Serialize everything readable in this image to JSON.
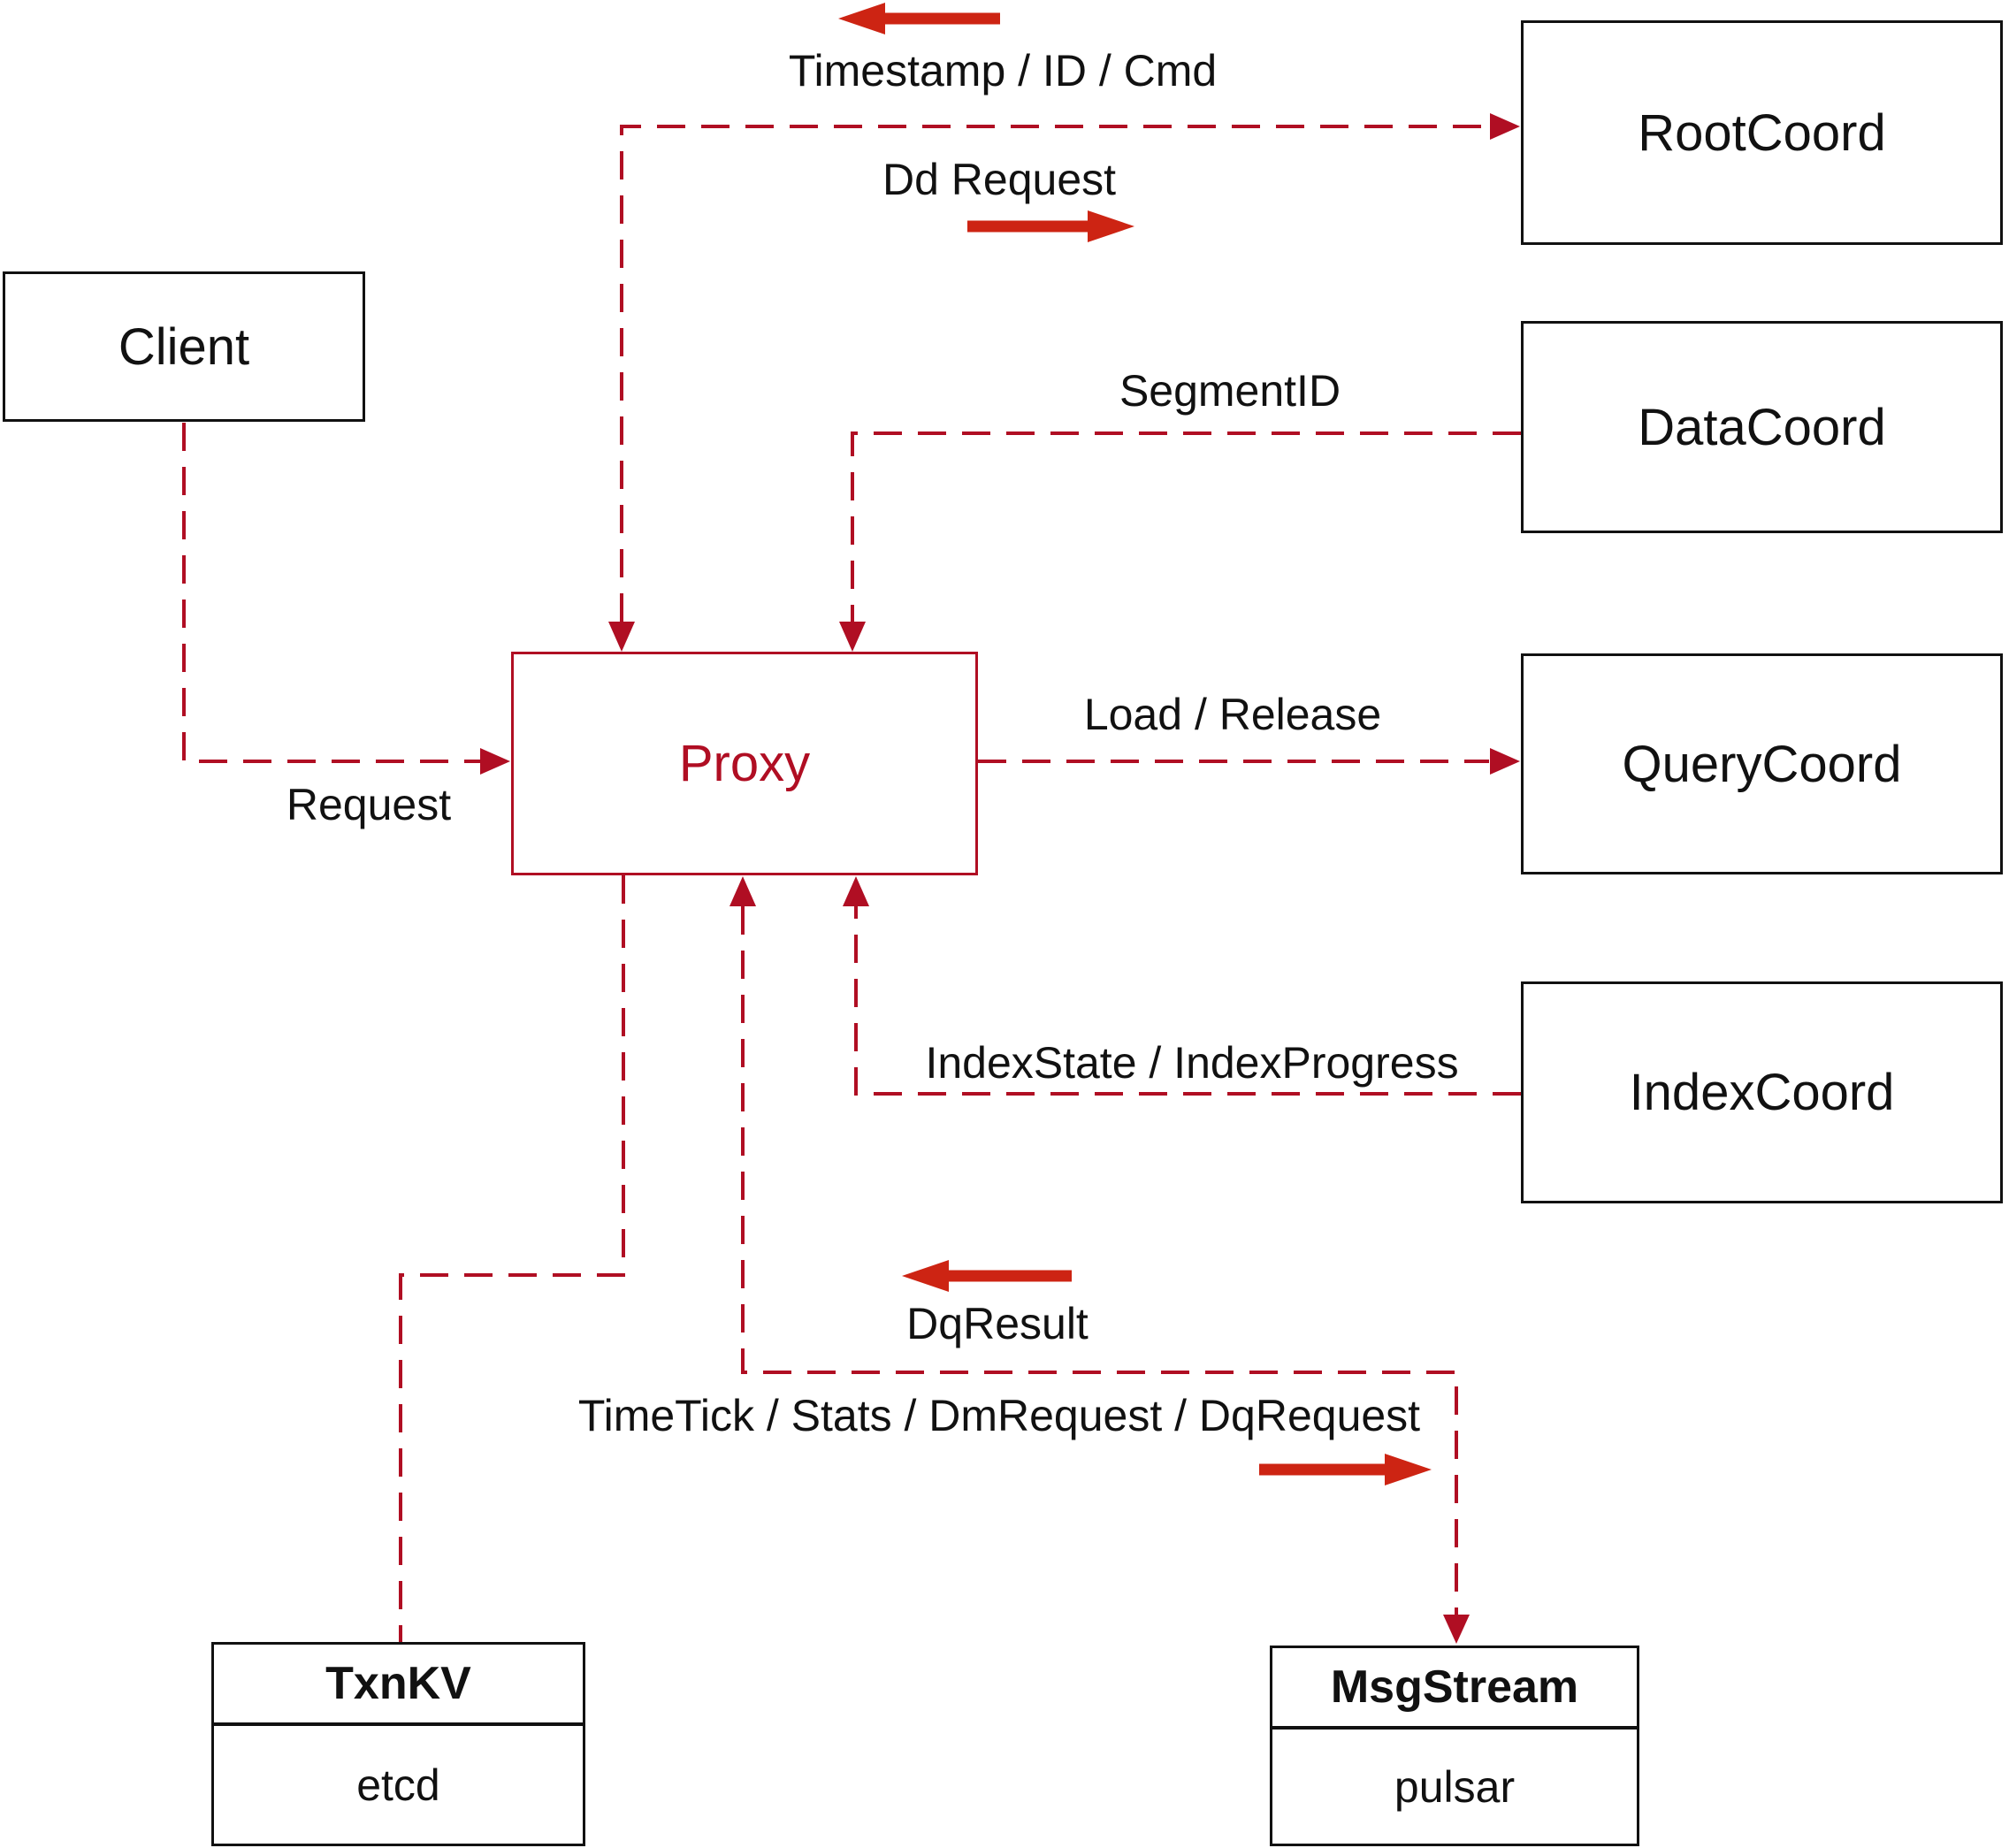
{
  "nodes": {
    "client": {
      "label": "Client"
    },
    "proxy": {
      "label": "Proxy"
    },
    "root_coord": {
      "label": "RootCoord"
    },
    "data_coord": {
      "label": "DataCoord"
    },
    "query_coord": {
      "label": "QueryCoord"
    },
    "index_coord": {
      "label": "IndexCoord"
    },
    "txn_kv": {
      "title": "TxnKV",
      "impl": "etcd"
    },
    "msg_stream": {
      "title": "MsgStream",
      "impl": "pulsar"
    }
  },
  "edge_labels": {
    "timestamp_id_cmd": "Timestamp / ID / Cmd",
    "dd_request": "Dd Request",
    "segment_id": "SegmentID",
    "load_release": "Load / Release",
    "index_state_progress": "IndexState / IndexProgress",
    "request": "Request",
    "dq_result": "DqResult",
    "time_tick": "TimeTick / Stats / DmRequest / DqRequest"
  },
  "colors": {
    "dashed_connector": "#b00e23",
    "solid_arrow": "#cd2413",
    "node_border": "#111111",
    "proxy_accent": "#b00e23",
    "label_text": "#111111",
    "background": "#ffffff"
  }
}
